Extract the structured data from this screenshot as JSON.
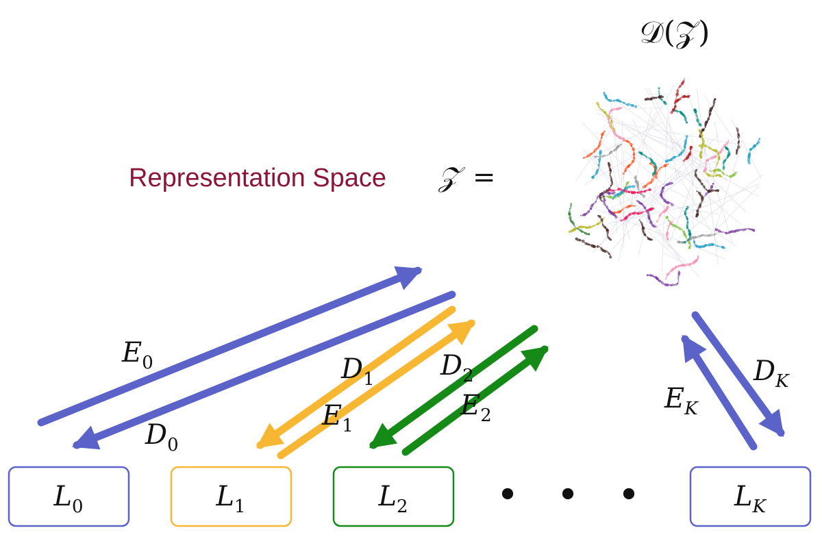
{
  "colors": {
    "layer0": "#5b63c9",
    "layer1": "#f7b733",
    "layer2": "#168a17",
    "layerK": "#5b63c9",
    "title": "#8b1538",
    "text": "#111111"
  },
  "space": {
    "label": "Representation Space",
    "symbol": "𝒵",
    "equals": "=",
    "distribution_label": "𝒟(𝒵)"
  },
  "layers": [
    {
      "id": "L0",
      "base": "L",
      "sub": "0",
      "encoder": {
        "base": "E",
        "sub": "0"
      },
      "decoder": {
        "base": "D",
        "sub": "0"
      }
    },
    {
      "id": "L1",
      "base": "L",
      "sub": "1",
      "encoder": {
        "base": "E",
        "sub": "1"
      },
      "decoder": {
        "base": "D",
        "sub": "1"
      }
    },
    {
      "id": "L2",
      "base": "L",
      "sub": "2",
      "encoder": {
        "base": "E",
        "sub": "2"
      },
      "decoder": {
        "base": "D",
        "sub": "2"
      }
    },
    {
      "id": "LK",
      "base": "L",
      "sub": "K",
      "encoder": {
        "base": "E",
        "sub": "K"
      },
      "decoder": {
        "base": "D",
        "sub": "K"
      }
    }
  ],
  "ellipsis": [
    "•",
    "•",
    "•"
  ],
  "cluster_palette": [
    "#b22222",
    "#2aa0c8",
    "#8bc34a",
    "#7b3fa0",
    "#e91e63",
    "#ff5722",
    "#b8b82a",
    "#4a2b2b",
    "#2e7d32",
    "#f48fb1",
    "#9e9e9e",
    "#00897b"
  ]
}
